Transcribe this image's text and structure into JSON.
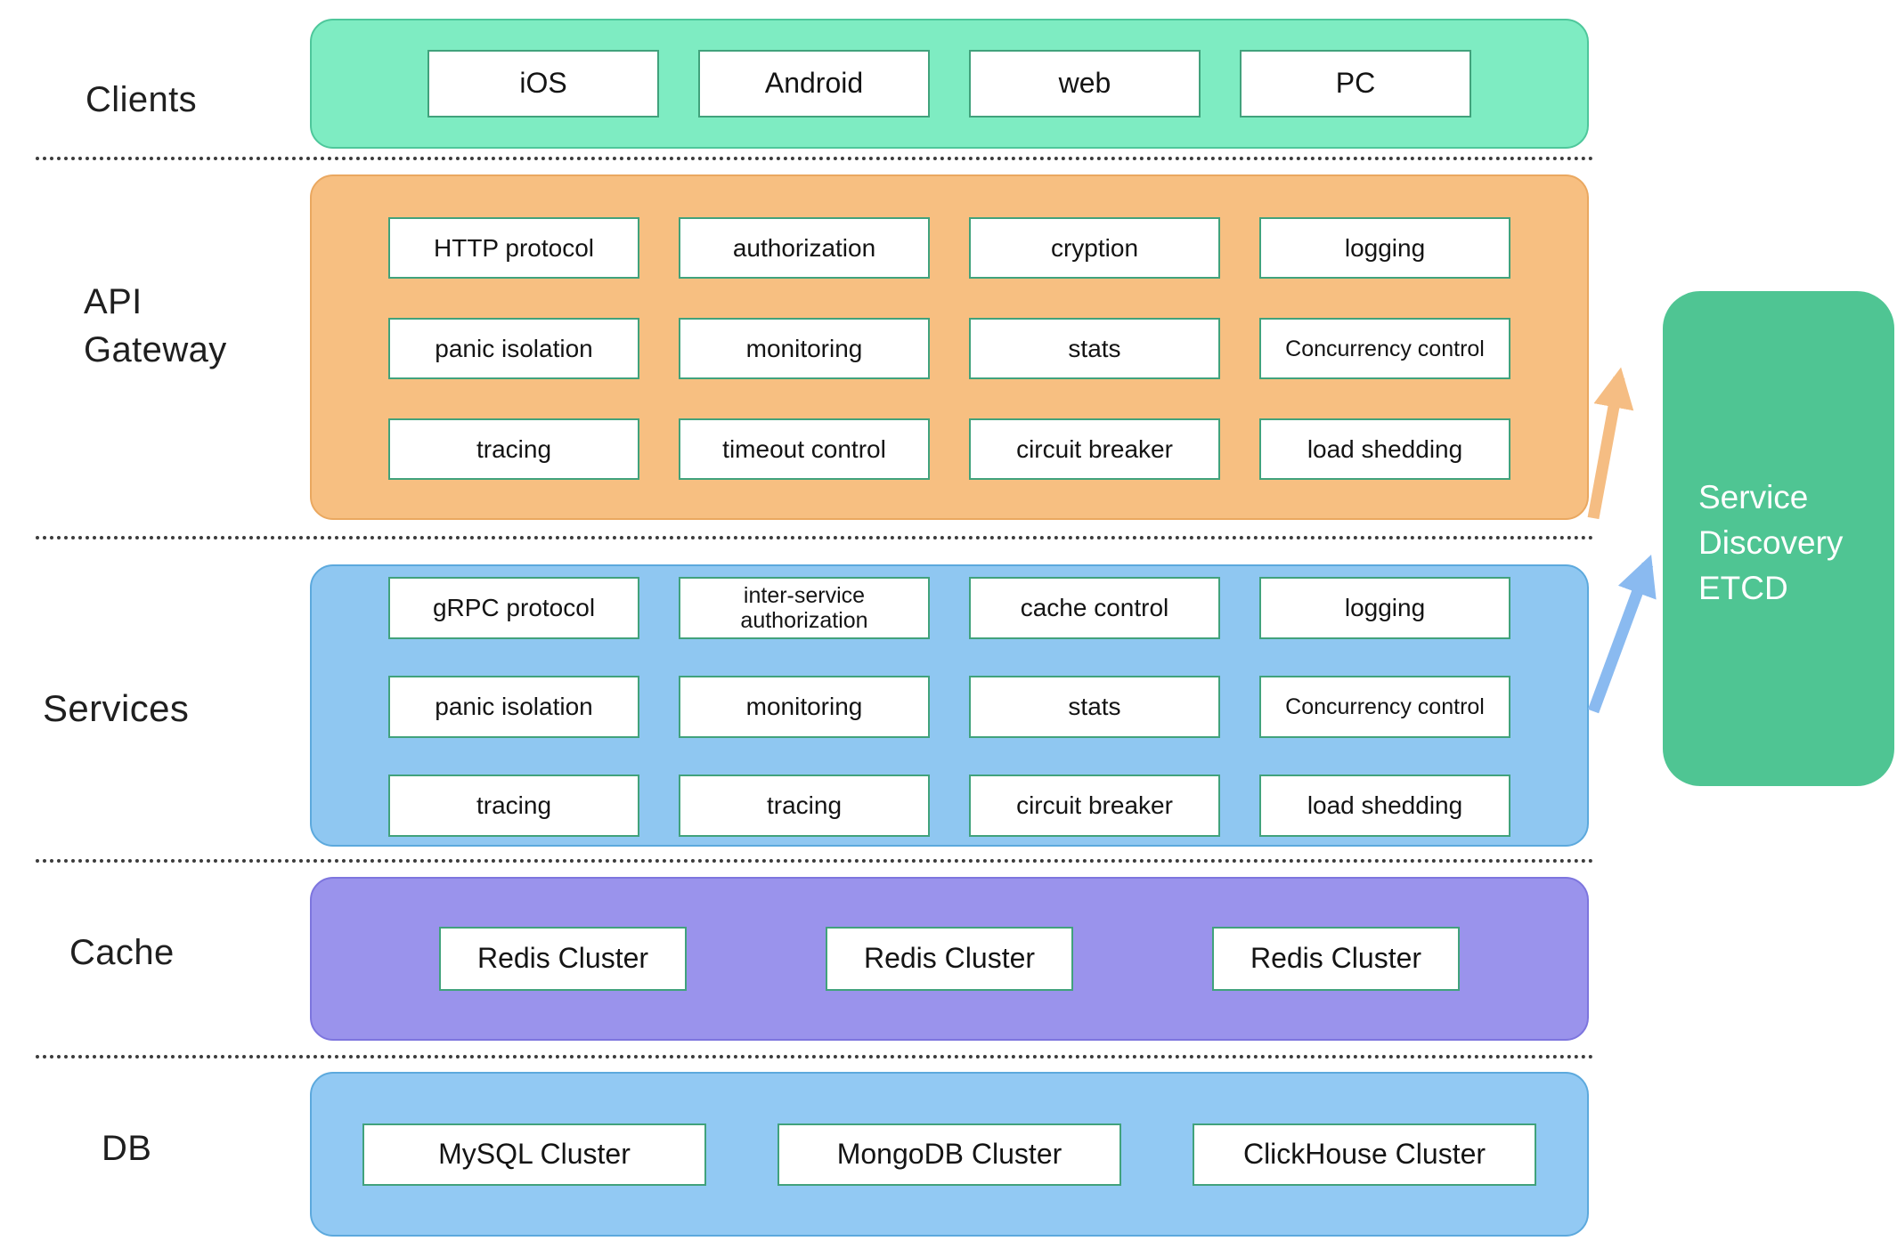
{
  "diagram": {
    "layers": {
      "clients": {
        "label": "Clients",
        "items": [
          "iOS",
          "Android",
          "web",
          "PC"
        ]
      },
      "api_gateway": {
        "label_lines": [
          "API",
          "Gateway"
        ],
        "rows": [
          [
            "HTTP protocol",
            "authorization",
            "cryption",
            "logging"
          ],
          [
            "panic isolation",
            "monitoring",
            "stats",
            "Concurrency control"
          ],
          [
            "tracing",
            "timeout control",
            "circuit breaker",
            "load shedding"
          ]
        ]
      },
      "services": {
        "label": "Services",
        "rows": [
          [
            "gRPC protocol",
            "inter-service authorization",
            "cache control",
            "logging"
          ],
          [
            "panic isolation",
            "monitoring",
            "stats",
            "Concurrency control"
          ],
          [
            "tracing",
            "tracing",
            "circuit breaker",
            "load shedding"
          ]
        ]
      },
      "cache": {
        "label": "Cache",
        "items": [
          "Redis Cluster",
          "Redis Cluster",
          "Redis Cluster"
        ]
      },
      "db": {
        "label": "DB",
        "items": [
          "MySQL Cluster",
          "MongoDB Cluster",
          "ClickHouse Cluster"
        ]
      }
    },
    "service_discovery": {
      "lines": [
        "Service",
        "Discovery",
        "ETCD"
      ]
    },
    "colors": {
      "clients_band": "#7eecc2",
      "api_gateway_band": "#f7bf81",
      "services_band": "#8fc7f1",
      "cache_band": "#9a93ec",
      "db_band": "#92c9f3",
      "etcd_box": "#4fc593",
      "inner_box_border": "#41a27c",
      "arrow_gateway_to_etcd": "#f5bd83",
      "arrow_services_to_etcd": "#8abaf0"
    }
  }
}
